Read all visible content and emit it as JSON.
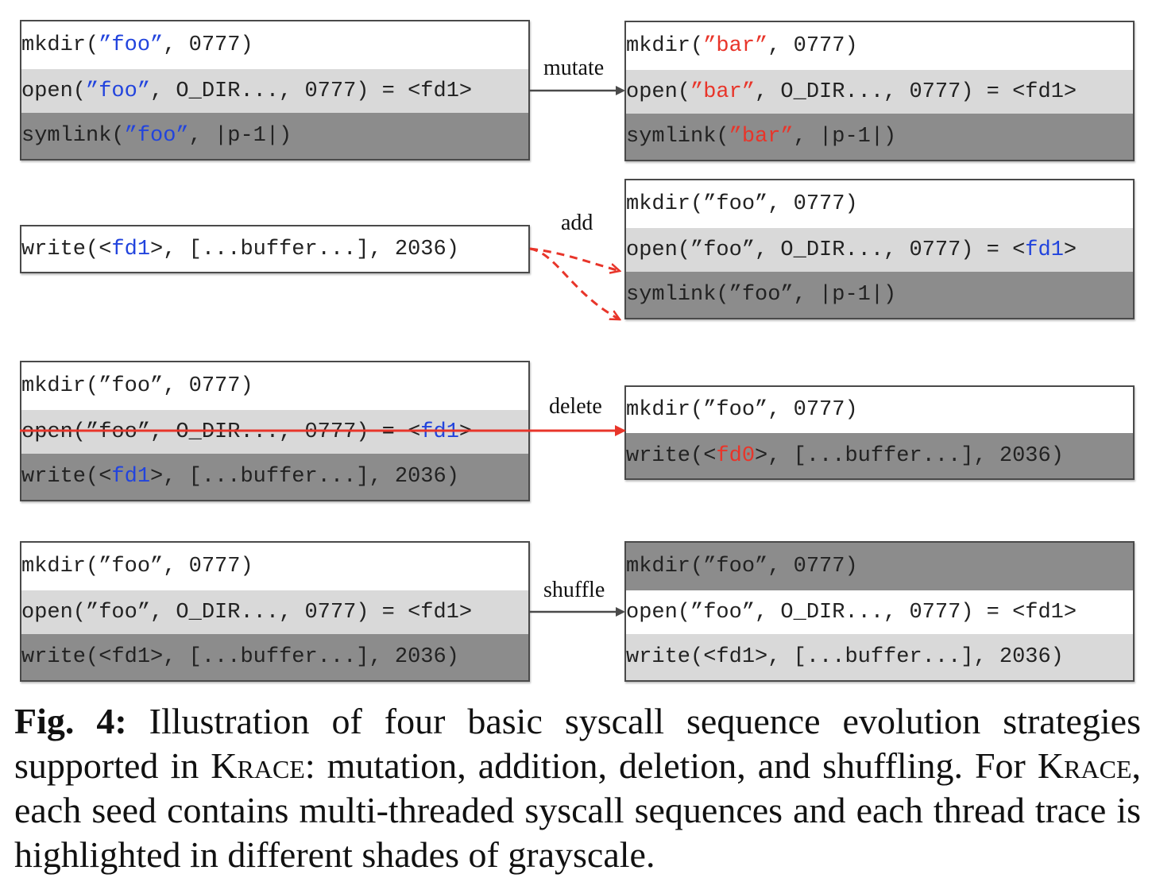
{
  "panels": {
    "mutate": {
      "label": "mutate",
      "left": [
        {
          "parts": [
            {
              "t": "mkdir("
            },
            {
              "t": "”foo”",
              "c": "blue"
            },
            {
              "t": ", 0777)"
            }
          ],
          "shade": "white"
        },
        {
          "parts": [
            {
              "t": "open("
            },
            {
              "t": "”foo”",
              "c": "blue"
            },
            {
              "t": ", O_DIR..., 0777) = <fd1>"
            }
          ],
          "shade": "light"
        },
        {
          "parts": [
            {
              "t": "symlink("
            },
            {
              "t": "”foo”",
              "c": "blue"
            },
            {
              "t": ", |p-1|)"
            }
          ],
          "shade": "dark"
        }
      ],
      "right": [
        {
          "parts": [
            {
              "t": "mkdir("
            },
            {
              "t": "”bar”",
              "c": "red"
            },
            {
              "t": ", 0777)"
            }
          ],
          "shade": "white"
        },
        {
          "parts": [
            {
              "t": "open("
            },
            {
              "t": "”bar”",
              "c": "red"
            },
            {
              "t": ", O_DIR..., 0777) = <fd1>"
            }
          ],
          "shade": "light"
        },
        {
          "parts": [
            {
              "t": "symlink("
            },
            {
              "t": "”bar”",
              "c": "red"
            },
            {
              "t": ", |p-1|)"
            }
          ],
          "shade": "dark"
        }
      ]
    },
    "add": {
      "label": "add",
      "left": [
        {
          "parts": [
            {
              "t": "write(<"
            },
            {
              "t": "fd1",
              "c": "blue"
            },
            {
              "t": ">, [...buffer...], 2036)"
            }
          ],
          "shade": "white"
        }
      ],
      "right": [
        {
          "parts": [
            {
              "t": "mkdir(”foo”, 0777)"
            }
          ],
          "shade": "white"
        },
        {
          "parts": [
            {
              "t": "open(”foo”, O_DIR..., 0777) = <"
            },
            {
              "t": "fd1",
              "c": "blue"
            },
            {
              "t": ">"
            }
          ],
          "shade": "light"
        },
        {
          "parts": [
            {
              "t": "symlink(”foo”, |p-1|)"
            }
          ],
          "shade": "dark"
        }
      ]
    },
    "delete": {
      "label": "delete",
      "left": [
        {
          "parts": [
            {
              "t": "mkdir(”foo”, 0777)"
            }
          ],
          "shade": "white"
        },
        {
          "parts": [
            {
              "t": "open(”foo”, O_DIR..., 0777) = <"
            },
            {
              "t": "fd1",
              "c": "blue"
            },
            {
              "t": ">"
            }
          ],
          "shade": "light"
        },
        {
          "parts": [
            {
              "t": "write(<"
            },
            {
              "t": "fd1",
              "c": "blue"
            },
            {
              "t": ">, [...buffer...], 2036)"
            }
          ],
          "shade": "dark"
        }
      ],
      "right": [
        {
          "parts": [
            {
              "t": "mkdir(”foo”, 0777)"
            }
          ],
          "shade": "white"
        },
        {
          "parts": [
            {
              "t": "write(<"
            },
            {
              "t": "fd0",
              "c": "red"
            },
            {
              "t": ">, [...buffer...], 2036)"
            }
          ],
          "shade": "dark"
        }
      ]
    },
    "shuffle": {
      "label": "shuffle",
      "left": [
        {
          "parts": [
            {
              "t": "mkdir(”foo”, 0777)"
            }
          ],
          "shade": "white"
        },
        {
          "parts": [
            {
              "t": "open(”foo”, O_DIR..., 0777) = <fd1>"
            }
          ],
          "shade": "light"
        },
        {
          "parts": [
            {
              "t": "write(<fd1>, [...buffer...], 2036)"
            }
          ],
          "shade": "dark"
        }
      ],
      "right": [
        {
          "parts": [
            {
              "t": "mkdir(”foo”, 0777)"
            }
          ],
          "shade": "dark"
        },
        {
          "parts": [
            {
              "t": "open(”foo”, O_DIR..., 0777) = <fd1>"
            }
          ],
          "shade": "white"
        },
        {
          "parts": [
            {
              "t": "write(<fd1>, [...buffer...], 2036)"
            }
          ],
          "shade": "light"
        }
      ]
    }
  },
  "colors": {
    "arrow": "#4a4a4a",
    "highlight_red": "#e8352a",
    "highlight_blue": "#2244dd"
  },
  "caption": {
    "fig_label": "Fig. 4:",
    "text_1": " Illustration of four basic syscall sequence evolution strategies supported in ",
    "krace_1": "Krace",
    "text_2": ": mutation, addition, deletion, and shuffling. For ",
    "krace_2": "Krace",
    "text_3": ", each seed contains multi-threaded syscall sequences and each thread trace is highlighted in different shades of grayscale."
  }
}
